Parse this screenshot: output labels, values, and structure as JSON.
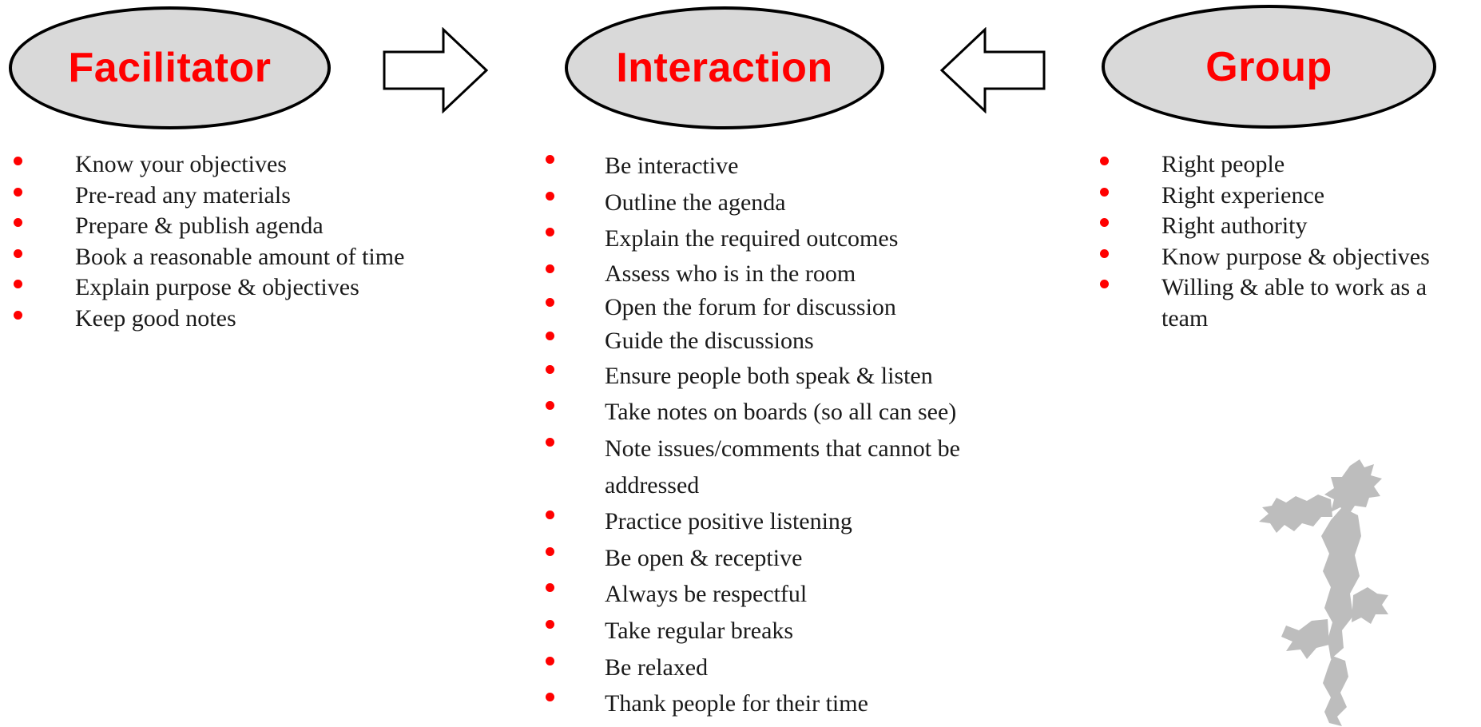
{
  "diagram": {
    "nodes": {
      "facilitator": {
        "title": "Facilitator"
      },
      "interaction": {
        "title": "Interaction"
      },
      "group": {
        "title": "Group"
      }
    },
    "arrows": [
      {
        "from": "Facilitator",
        "to": "Interaction",
        "icon": "arrow-right-icon"
      },
      {
        "from": "Group",
        "to": "Interaction",
        "icon": "arrow-left-icon"
      }
    ],
    "lists": {
      "facilitator": [
        "Know your objectives",
        "Pre-read any materials",
        "Prepare & publish agenda",
        "Book a reasonable amount of time",
        "Explain purpose & objectives",
        "Keep good notes"
      ],
      "interaction": [
        "Be interactive",
        "Outline the agenda",
        "Explain the required outcomes",
        "Assess who is in the room",
        "Open the forum for discussion",
        "Guide the discussions",
        "Ensure people both speak & listen",
        "Take notes on boards (so all can see)",
        "Note issues/comments that cannot be addressed",
        "Practice positive listening",
        "Be open & receptive",
        "Always be respectful",
        "Take regular breaks",
        "Be relaxed",
        "Thank people for their time"
      ],
      "group": [
        "Right people",
        "Right experience",
        "Right authority",
        "Know purpose & objectives",
        "Willing & able to work as a team"
      ]
    },
    "decoration": {
      "icon": "dragon-icon"
    },
    "colors": {
      "title": "#ff0000",
      "bullet": "#ff0000",
      "oval_fill": "#d9d9d9",
      "oval_stroke": "#000000",
      "dragon": "#bdbdbd"
    }
  }
}
